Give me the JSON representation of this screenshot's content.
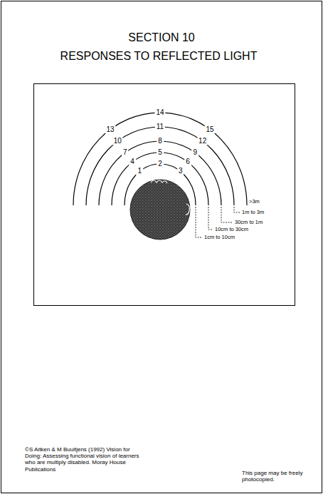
{
  "diagram": {
    "title": "SECTION 10",
    "labels": [
      "RESPONSES TO REFLECTED LIGHT",
      "1",
      "2",
      "3",
      "4",
      "5",
      "6",
      "7",
      "8",
      "9",
      "10",
      "11",
      "12",
      "13",
      "14",
      "15",
      ">3m",
      "1m to 3m",
      "30cm to 1m",
      "10cm to 30cm",
      "1cm to 10cm",
      "©S Aitken & M Buultjens (1992) Vision for Doing: Assessing functional vision of learners who are multiply disabled. Moray House Publications",
      "This page may be freely photocopied."
    ]
  }
}
